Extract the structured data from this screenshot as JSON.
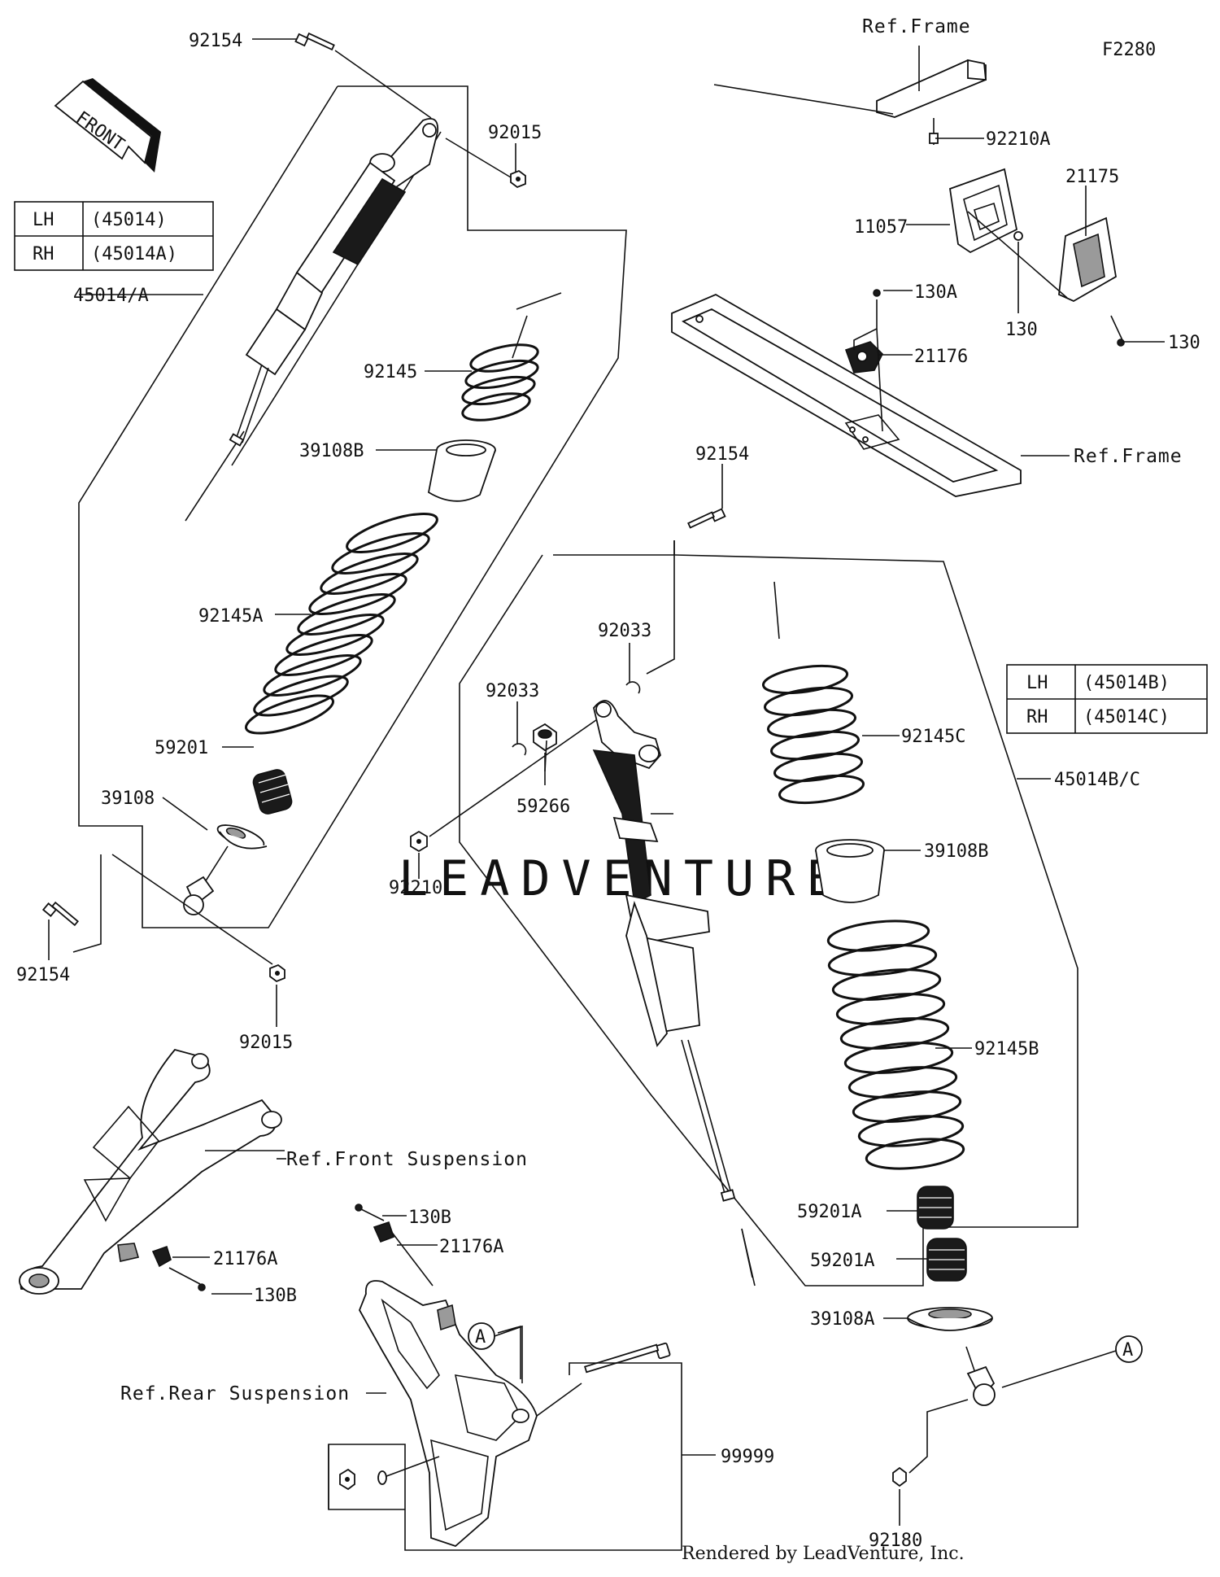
{
  "figure_code": "F2280",
  "watermark": "LEADVENTURE",
  "credit": "Rendered by LeadVenture, Inc.",
  "front_arrow": "FRONT",
  "table_left": [
    {
      "side": "LH",
      "part": "(45014)"
    },
    {
      "side": "RH",
      "part": "(45014A)"
    }
  ],
  "table_right": [
    {
      "side": "LH",
      "part": "(45014B)"
    },
    {
      "side": "RH",
      "part": "(45014C)"
    }
  ],
  "refs": {
    "frame_top": "Ref.Frame",
    "frame_right": "Ref.Frame",
    "front_suspension": "Ref.Front Suspension",
    "rear_suspension": "Ref.Rear Suspension"
  },
  "callouts": {
    "a1": "A",
    "a2": "A"
  },
  "labels": {
    "l_92154_top": "92154",
    "l_92015_top": "92015",
    "l_45014A": "45014/A",
    "l_92145": "92145",
    "l_39108B_left": "39108B",
    "l_92145A": "92145A",
    "l_59201": "59201",
    "l_39108": "39108",
    "l_92154_left": "92154",
    "l_92015_bottom": "92015",
    "l_92210A": "92210A",
    "l_21175": "21175",
    "l_11057": "11057",
    "l_130A": "130A",
    "l_130_mid": "130",
    "l_130_right": "130",
    "l_21176": "21176",
    "l_92154_mid": "92154",
    "l_92033_a": "92033",
    "l_92033_b": "92033",
    "l_59266": "59266",
    "l_92210": "92210",
    "l_92145C": "92145C",
    "l_45014BC": "45014B/C",
    "l_39108B_right": "39108B",
    "l_92145B": "92145B",
    "l_59201A_1": "59201A",
    "l_59201A_2": "59201A",
    "l_39108A": "39108A",
    "l_92180": "92180",
    "l_130B_top": "130B",
    "l_21176A_top": "21176A",
    "l_21176A_left": "21176A",
    "l_130B_left": "130B",
    "l_99999": "99999"
  }
}
